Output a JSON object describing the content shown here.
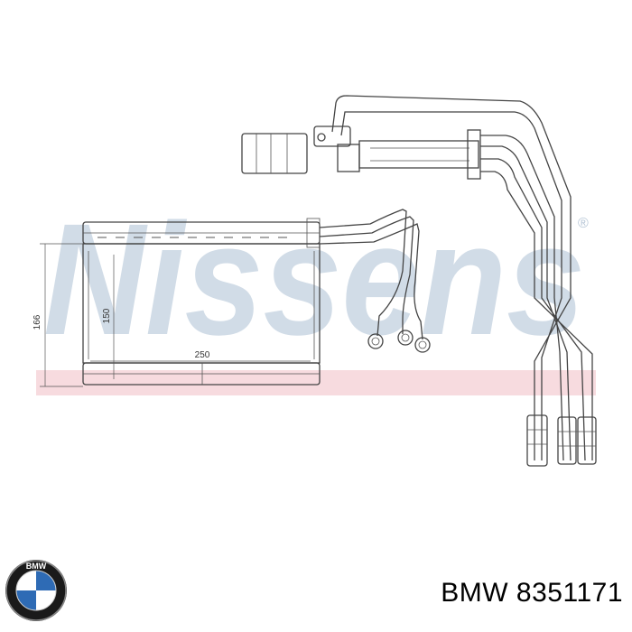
{
  "watermark": {
    "text": "Nissens",
    "registered_mark": "®",
    "color": "#c9d6e3",
    "stripe_color": "#f2c9cf"
  },
  "dimensions": {
    "height_outer": "166",
    "height_core": "150",
    "width_core": "250"
  },
  "logo": {
    "brand_letters": "BMW",
    "blue": "#2e6bb5",
    "ring": "#1a1a1a"
  },
  "caption": {
    "text": "BMW 8351171"
  }
}
